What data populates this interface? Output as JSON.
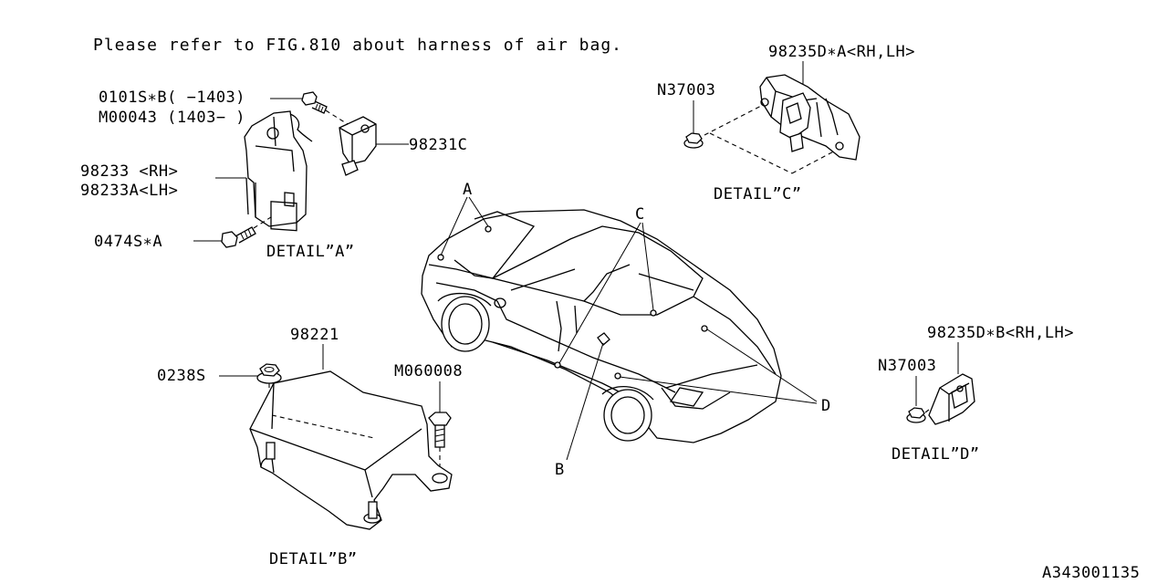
{
  "note": "Please refer to FIG.810 about harness of air bag.",
  "detail_a": {
    "title": "DETAIL”A”",
    "bolt_label_1": "0101S∗B( −1403)",
    "bolt_label_2": "M00043 (1403− )",
    "sensor_label": "98231C",
    "bracket_label_1": "98233  <RH>",
    "bracket_label_2": "98233A<LH>",
    "bolt_label_3": "0474S∗A"
  },
  "detail_b": {
    "title": "DETAIL”B”",
    "unit_label": "98221",
    "nut_label": "0238S",
    "bolt_label": "M060008"
  },
  "detail_c": {
    "title": "DETAIL”C”",
    "sensor_label": "98235D∗A<RH,LH>",
    "nut_label": "N37003"
  },
  "detail_d": {
    "title": "DETAIL”D”",
    "sensor_label": "98235D∗B<RH,LH>",
    "nut_label": "N37003"
  },
  "car_callouts": {
    "a": "A",
    "b": "B",
    "c": "C",
    "d": "D"
  },
  "figure_code": "A343001135"
}
